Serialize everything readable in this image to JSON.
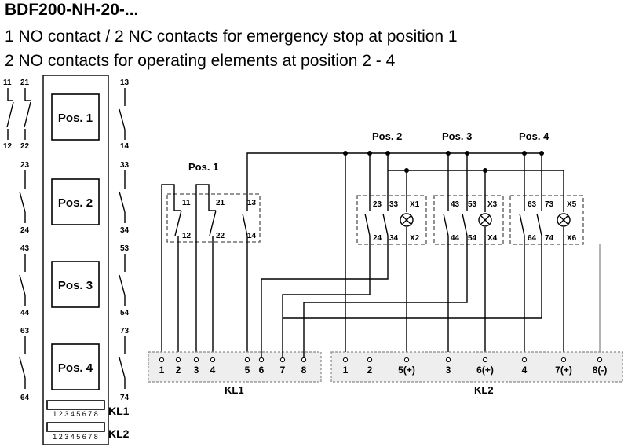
{
  "header": {
    "title": "BDF200-NH-20-...",
    "line1": "1 NO contact / 2 NC contacts for emergency stop at position 1",
    "line2": "2 NO contacts for operating elements at position 2 - 4"
  },
  "device": {
    "positions": [
      "Pos. 1",
      "Pos. 2",
      "Pos. 3",
      "Pos. 4"
    ],
    "left_contacts": [
      {
        "top": "11",
        "top2": "21",
        "bottom": "12",
        "bottom2": "22"
      },
      {
        "top": "23",
        "bottom": "24"
      },
      {
        "top": "43",
        "bottom": "44"
      },
      {
        "top": "63",
        "bottom": "64"
      }
    ],
    "right_contacts": [
      {
        "top": "13",
        "bottom": "14"
      },
      {
        "top": "33",
        "bottom": "34"
      },
      {
        "top": "53",
        "bottom": "54"
      },
      {
        "top": "73",
        "bottom": "74"
      }
    ],
    "connector1": {
      "pins": "1 2 3 4 5 6 7 8",
      "label": "KL1"
    },
    "connector2": {
      "pins": "1 2 3 4 5 6 7 8",
      "label": "KL2"
    }
  },
  "schematic": {
    "pos1": {
      "label": "Pos. 1",
      "terminals": [
        "11",
        "21",
        "13",
        "12",
        "22",
        "14"
      ]
    },
    "pos2": {
      "label": "Pos. 2",
      "terminals": [
        "23",
        "33",
        "X1",
        "24",
        "34",
        "X2"
      ]
    },
    "pos3": {
      "label": "Pos. 3",
      "terminals": [
        "43",
        "53",
        "X3",
        "44",
        "54",
        "X4"
      ]
    },
    "pos4": {
      "label": "Pos. 4",
      "terminals": [
        "63",
        "73",
        "X5",
        "64",
        "74",
        "X6"
      ]
    },
    "kl1": {
      "label": "KL1",
      "pins": [
        "1",
        "2",
        "3",
        "4",
        "5",
        "6",
        "7",
        "8"
      ]
    },
    "kl2": {
      "label": "KL2",
      "pins": [
        "1",
        "2",
        "5(+)",
        "3",
        "6(+)",
        "4",
        "7(+)",
        "8(-)"
      ]
    }
  }
}
